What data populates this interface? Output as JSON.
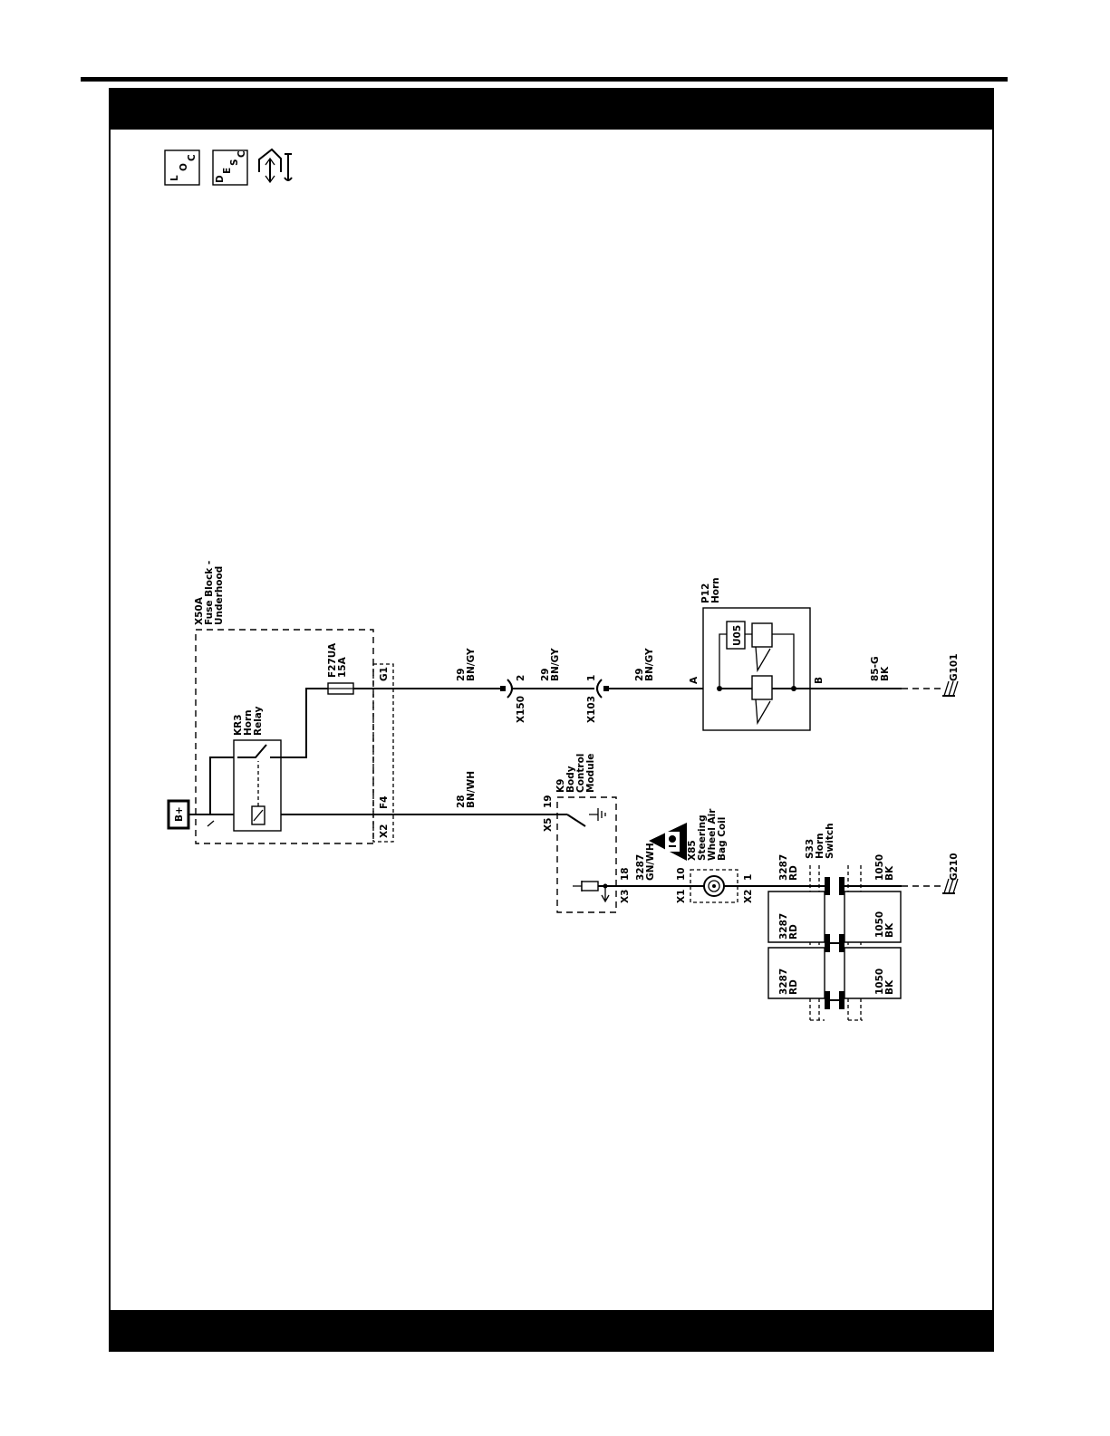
{
  "icons": {
    "loc_letters": [
      "L",
      "O",
      "C"
    ],
    "desc_letters": [
      "D",
      "E",
      "S",
      "C"
    ]
  },
  "labels": {
    "battery": "B+",
    "fuse_block": [
      "X50A",
      "Fuse Block -",
      "Underhood"
    ],
    "relay": [
      "KR3",
      "Horn",
      "Relay"
    ],
    "fuse": [
      "F27UA",
      "15A"
    ],
    "conn_g1": "G1",
    "conn_f4": "F4",
    "conn_x2_fuse": "X2",
    "wire_29_a": [
      "29",
      "BN/GY"
    ],
    "x150": "X150",
    "x150_pin": "2",
    "wire_29_b": [
      "29",
      "BN/GY"
    ],
    "x103": "X103",
    "x103_pin": "1",
    "wire_29_c": [
      "29",
      "BN/GY"
    ],
    "horn": [
      "P12",
      "Horn"
    ],
    "horn_u05": "U05",
    "horn_pin_a": "A",
    "horn_pin_b": "B",
    "wire_85": [
      "85-G",
      "BK"
    ],
    "g101": "G101",
    "wire_28": [
      "28",
      "BN/WH"
    ],
    "bcm": [
      "K9",
      "Body",
      "Control",
      "Module"
    ],
    "bcm_x5": "X5",
    "bcm_pin19": "19",
    "bcm_x3": "X3",
    "bcm_pin18": "18",
    "wire_3287_gnwh": [
      "3287",
      "GN/WH"
    ],
    "coil": [
      "X85",
      "Steering",
      "Wheel Air",
      "Bag Coil"
    ],
    "coil_x1": "X1",
    "coil_pin10": "10",
    "coil_x2": "X2",
    "coil_pin1": "1",
    "wire_3287_rd_top": [
      "3287",
      "RD"
    ],
    "horn_switch": [
      "S33",
      "Horn",
      "Switch"
    ],
    "wire_1050_top": [
      "1050",
      "BK"
    ],
    "g210": "G210",
    "wire_3287_rd_mid": [
      "3287",
      "RD"
    ],
    "wire_1050_mid": [
      "1050",
      "BK"
    ],
    "wire_3287_rd_bot": [
      "3287",
      "RD"
    ],
    "wire_1050_bot": [
      "1050",
      "BK"
    ]
  }
}
